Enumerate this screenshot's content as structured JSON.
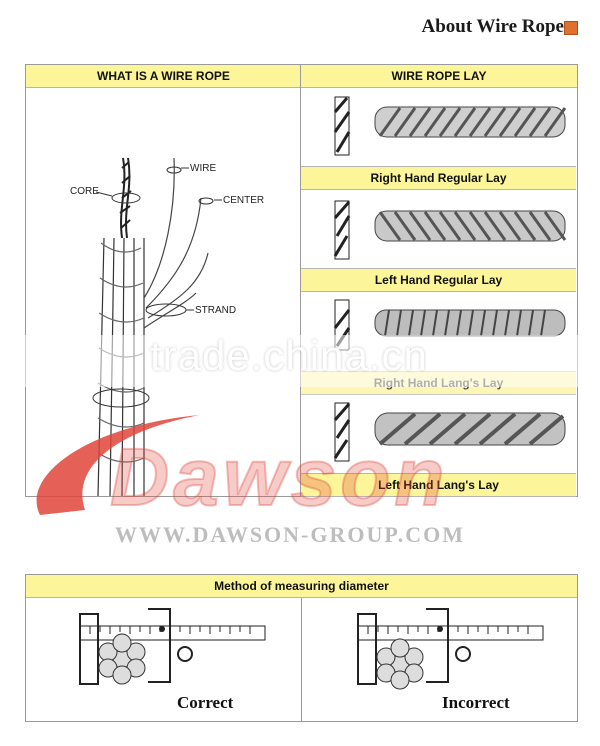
{
  "page": {
    "title": "About Wire Rope"
  },
  "left_panel": {
    "header": "WHAT IS A WIRE ROPE",
    "labels": {
      "core": "CORE",
      "wire": "WIRE",
      "center": "CENTER",
      "strand": "STRAND"
    }
  },
  "right_panel": {
    "header": "WIRE ROPE LAY",
    "lays": [
      {
        "caption": "Right Hand Regular Lay"
      },
      {
        "caption": "Left Hand Regular Lay"
      },
      {
        "caption": "Right Hand Lang's Lay"
      },
      {
        "caption": "Left Hand Lang's Lay"
      }
    ]
  },
  "watermark": {
    "trade": "trade.china.cn",
    "brand": "Dawson",
    "url": "WWW.DAWSON-GROUP.COM"
  },
  "measuring": {
    "header": "Method of measuring diameter",
    "correct_label": "Correct",
    "incorrect_label": "Incorrect"
  },
  "colors": {
    "header_bg": "#fdf59a",
    "accent_square": "#e0702d",
    "watermark_red": "#e0443a"
  }
}
